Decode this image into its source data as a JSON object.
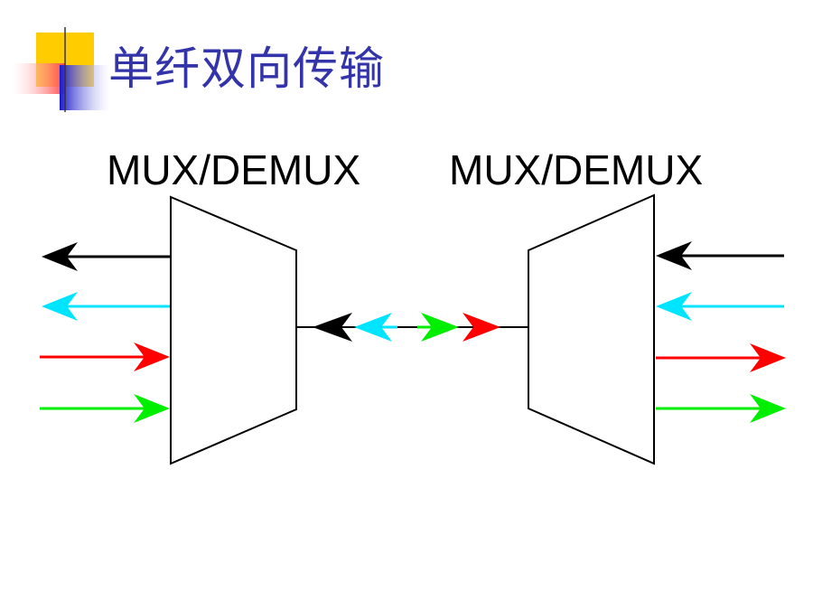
{
  "slide": {
    "title": "单纤双向传输"
  },
  "diagram": {
    "left_mux_label": "MUX/DEMUX",
    "right_mux_label": "MUX/DEMUX"
  },
  "colors": {
    "title": "#3333aa",
    "accent_yellow": "#ffcc00",
    "accent_red": "#ff5555",
    "accent_blue": "#2222cc",
    "arrow_black": "#000000",
    "arrow_cyan": "#00e5ff",
    "arrow_red": "#ff0000",
    "arrow_green": "#00ee00"
  }
}
